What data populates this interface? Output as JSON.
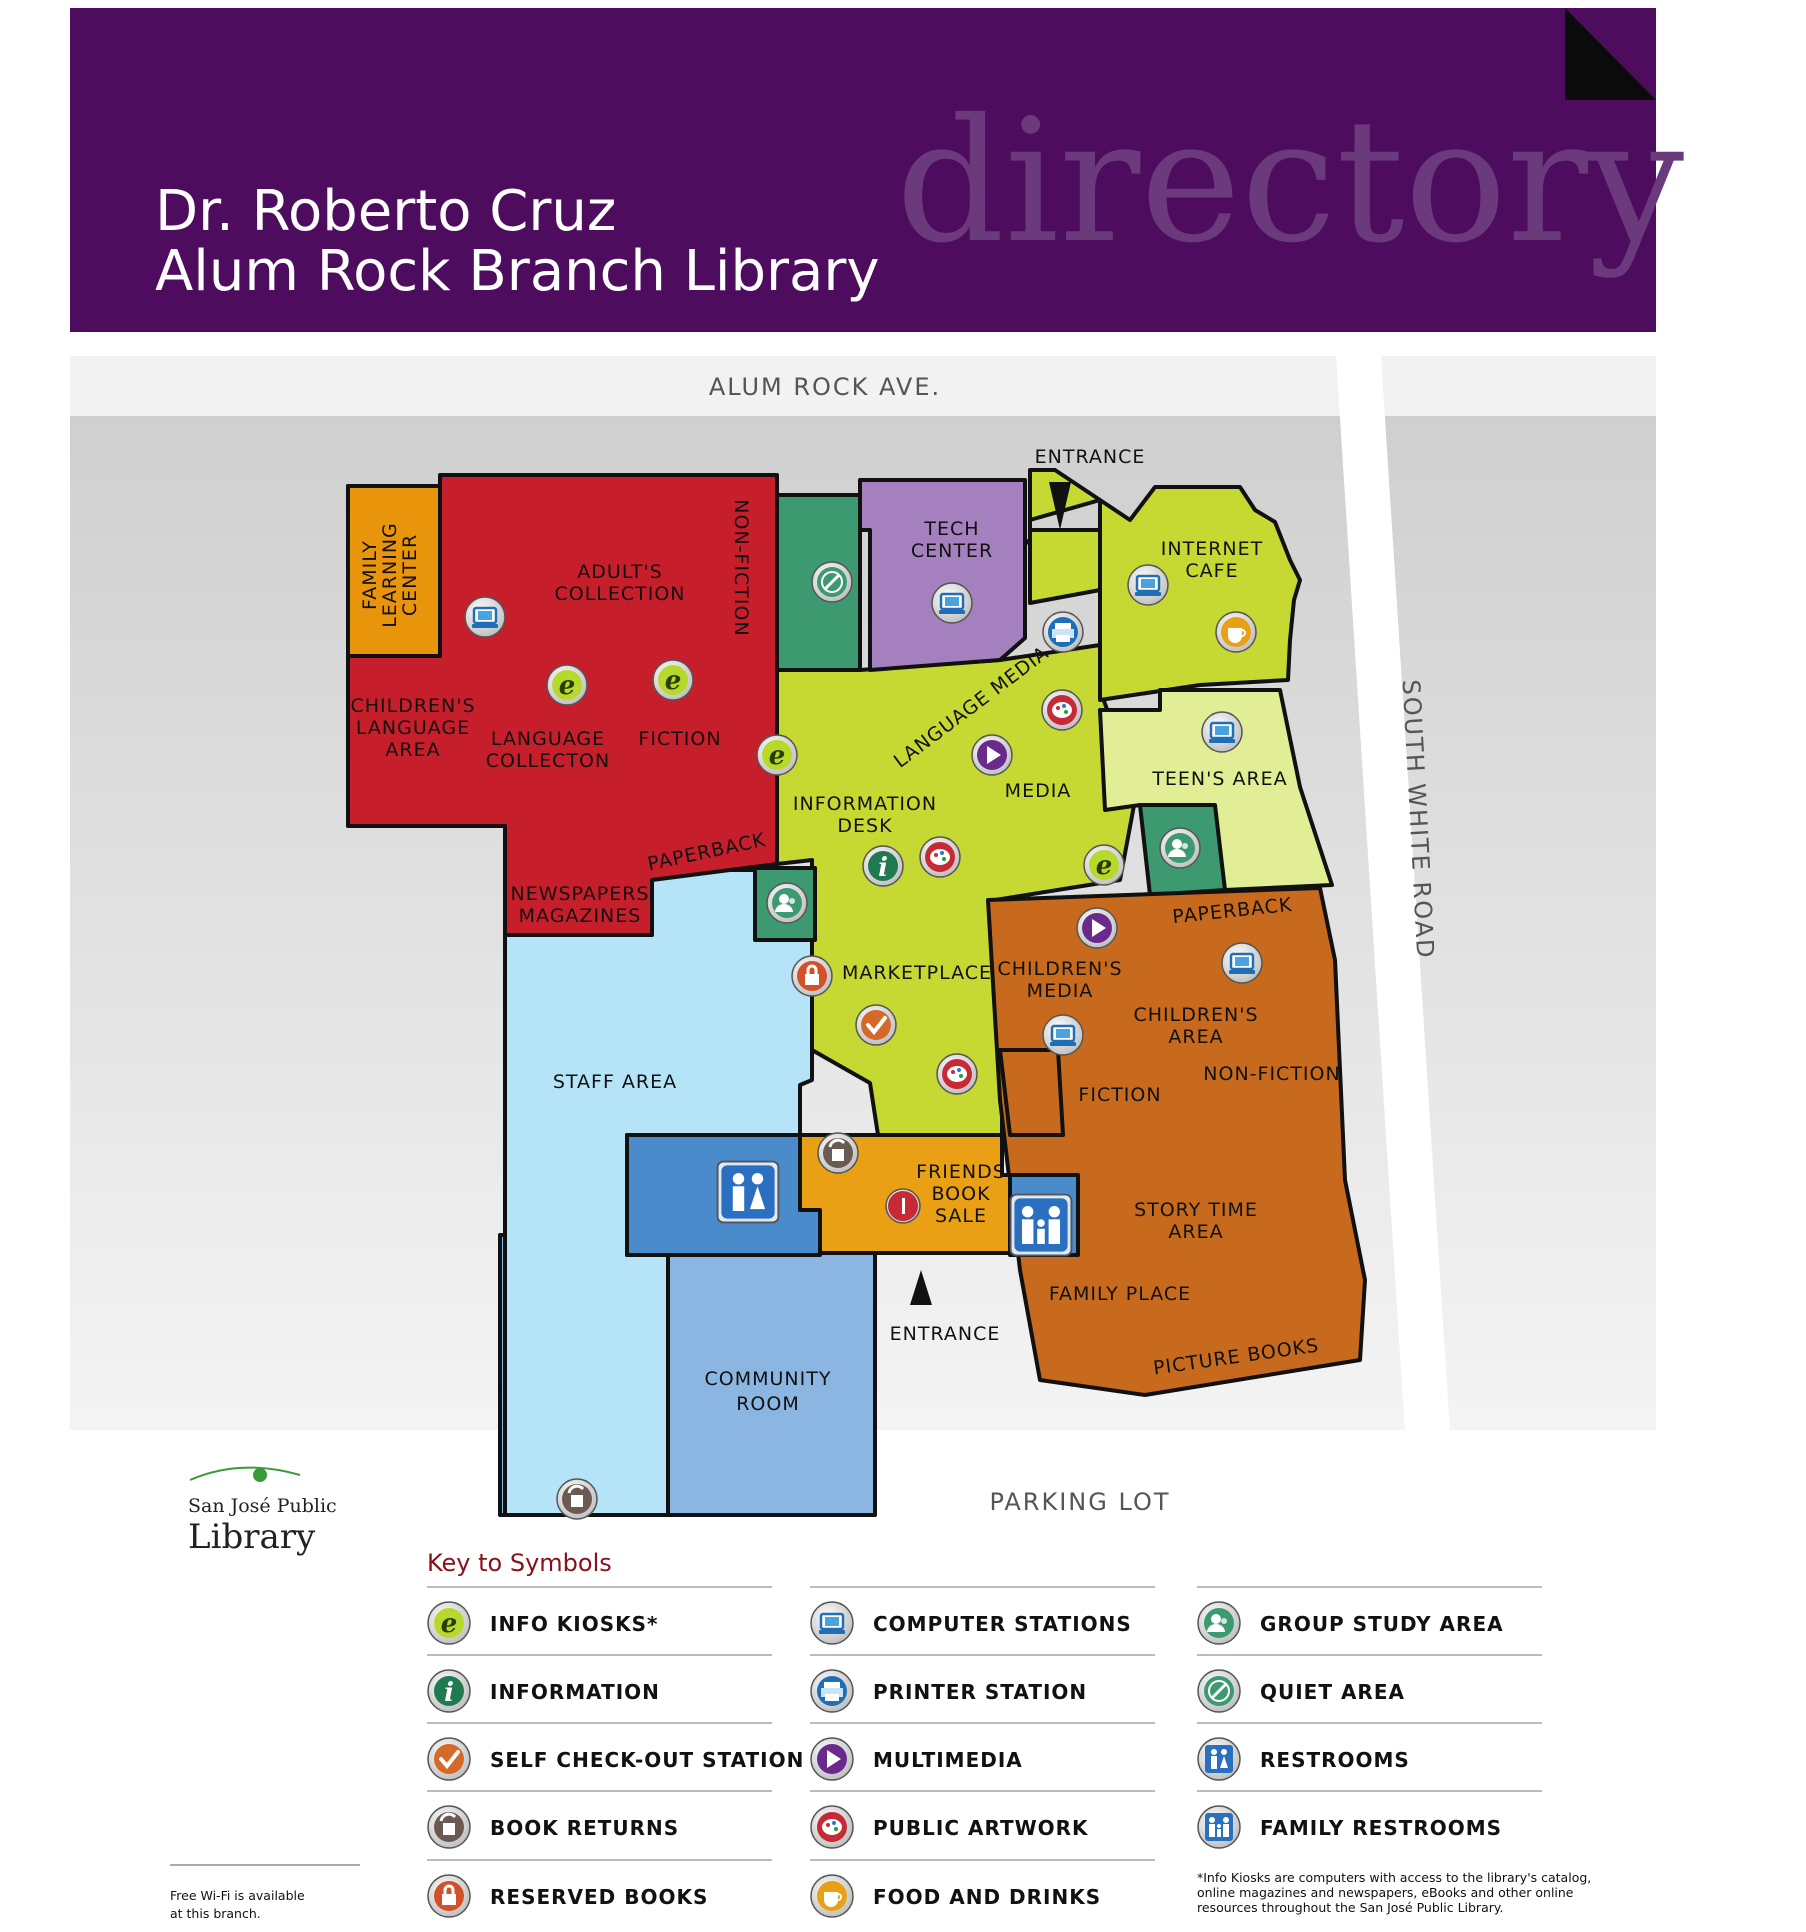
{
  "header": {
    "title_line1": "Dr. Roberto Cruz",
    "title_line2": "Alum Rock Branch Library",
    "watermark": "directory",
    "bg_color": "#4e0c5e"
  },
  "streets": {
    "north": "ALUM ROCK AVE.",
    "east": "SOUTH WHITE ROAD",
    "south": "PARKING LOT"
  },
  "entrances": {
    "north": "ENTRANCE",
    "south": "ENTRANCE"
  },
  "areas": {
    "family_learning": [
      "FAMILY",
      "LEARNING",
      "CENTER"
    ],
    "adults_collection": [
      "ADULT'S",
      "COLLECTION"
    ],
    "non_fiction_adult": "NON-FICTION",
    "childrens_language": [
      "CHILDREN'S",
      "LANGUAGE",
      "AREA"
    ],
    "language_collection": [
      "LANGUAGE",
      "COLLECTON"
    ],
    "fiction_adult": "FICTION",
    "paperback_adult": "PAPERBACK",
    "newspapers": [
      "NEWSPAPERS",
      "MAGAZINES"
    ],
    "tech_center": [
      "TECH",
      "CENTER"
    ],
    "internet_cafe": [
      "INTERNET",
      "CAFE"
    ],
    "language_media": "LANGUAGE MEDIA",
    "media": "MEDIA",
    "information_desk": [
      "INFORMATION",
      "DESK"
    ],
    "teens_area": "TEEN'S AREA",
    "paperback_children": "PAPERBACK",
    "marketplace": "MARKETPLACE",
    "childrens_media": [
      "CHILDREN'S",
      "MEDIA"
    ],
    "childrens_area": [
      "CHILDREN'S",
      "AREA"
    ],
    "non_fiction_children": "NON-FICTION",
    "fiction_children": "FICTION",
    "staff_area": "STAFF AREA",
    "friends_book_sale": [
      "FRIENDS",
      "BOOK",
      "SALE"
    ],
    "story_time": [
      "STORY TIME",
      "AREA"
    ],
    "family_place": "FAMILY PLACE",
    "picture_books": "PICTURE BOOKS",
    "community_room": [
      "COMMUNITY",
      "ROOM"
    ]
  },
  "colors": {
    "adult": "#c61f2b",
    "family_learning": "#e9950c",
    "quiet": "#3d9970",
    "tech": "#a480bf",
    "main": "#c6d932",
    "teen": "#e2ee96",
    "children": "#c76a1e",
    "staff": "#b5e3f7",
    "restroom": "#4a8bcc",
    "book_sale": "#e9a014",
    "community": "#8cb6e2"
  },
  "logo": {
    "line1": "San José Public",
    "line2": "Library"
  },
  "key": {
    "title": "Key to Symbols",
    "items": [
      {
        "icon": "info-kiosk-icon",
        "label": "INFO KIOSKS*"
      },
      {
        "icon": "information-icon",
        "label": "INFORMATION"
      },
      {
        "icon": "self-checkout-icon",
        "label": "SELF CHECK-OUT STATION"
      },
      {
        "icon": "book-return-icon",
        "label": "BOOK RETURNS"
      },
      {
        "icon": "reserved-books-icon",
        "label": "RESERVED BOOKS"
      },
      {
        "icon": "computer-icon",
        "label": "COMPUTER STATIONS"
      },
      {
        "icon": "printer-icon",
        "label": "PRINTER STATION"
      },
      {
        "icon": "multimedia-icon",
        "label": "MULTIMEDIA"
      },
      {
        "icon": "artwork-icon",
        "label": "PUBLIC ARTWORK"
      },
      {
        "icon": "food-icon",
        "label": "FOOD AND DRINKS"
      },
      {
        "icon": "group-study-icon",
        "label": "GROUP STUDY AREA"
      },
      {
        "icon": "quiet-area-icon",
        "label": "QUIET AREA"
      },
      {
        "icon": "restroom-icon",
        "label": "RESTROOMS"
      },
      {
        "icon": "family-restroom-icon",
        "label": "FAMILY RESTROOMS"
      }
    ],
    "footnote": [
      "*Info Kiosks are computers with access to the library's catalog,",
      "online magazines and newspapers, eBooks and other online",
      "resources throughout the San José Public Library."
    ]
  },
  "wifi_note": [
    "Free Wi-Fi is available",
    "at this branch."
  ]
}
